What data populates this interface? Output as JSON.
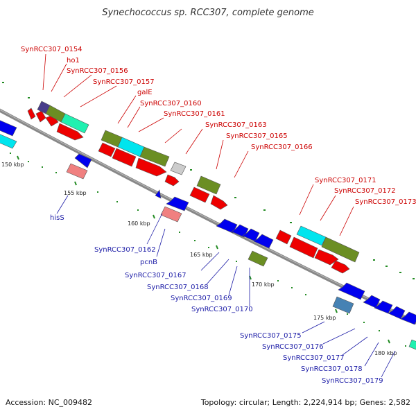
{
  "title": "Synechococcus sp. RCC307, complete genome",
  "footer": {
    "accession": "Accession: NC_009482",
    "topology": "Topology: circular; Length: 2,224,914 bp; Genes: 2,582"
  },
  "colors": {
    "backbone": "#7f7f7f",
    "forward_label": "#cc0000",
    "reverse_label": "#1a1aa6",
    "cds": "#ee0000",
    "olive": "#6b8e23",
    "cyan": "#00e5ee",
    "aquamarine": "#20f0b0",
    "blue": "#0000ee",
    "steelblue": "#4682b4",
    "pink": "#f08080",
    "slate": "#483d8b",
    "grey": "#cccccc",
    "tick": "#228b22"
  },
  "kbp_labels": [
    "150 kbp",
    "155 kbp",
    "160 kbp",
    "165 kbp",
    "170 kbp",
    "175 kbp",
    "180 kbp"
  ],
  "forward_labels": [
    "SynRCC307_0154",
    "ho1",
    "SynRCC307_0156",
    "SynRCC307_0157",
    "galE",
    "SynRCC307_0160",
    "SynRCC307_0161",
    "SynRCC307_0163",
    "SynRCC307_0165",
    "SynRCC307_0166",
    "SynRCC307_0171",
    "SynRCC307_0172",
    "SynRCC307_0173"
  ],
  "reverse_labels": [
    "hisS",
    "SynRCC307_0162",
    "pcnB",
    "SynRCC307_0167",
    "SynRCC307_0168",
    "SynRCC307_0169",
    "SynRCC307_0170",
    "SynRCC307_0175",
    "SynRCC307_0176",
    "SynRCC307_0177",
    "SynRCC307_0178",
    "SynRCC307_0179"
  ]
}
